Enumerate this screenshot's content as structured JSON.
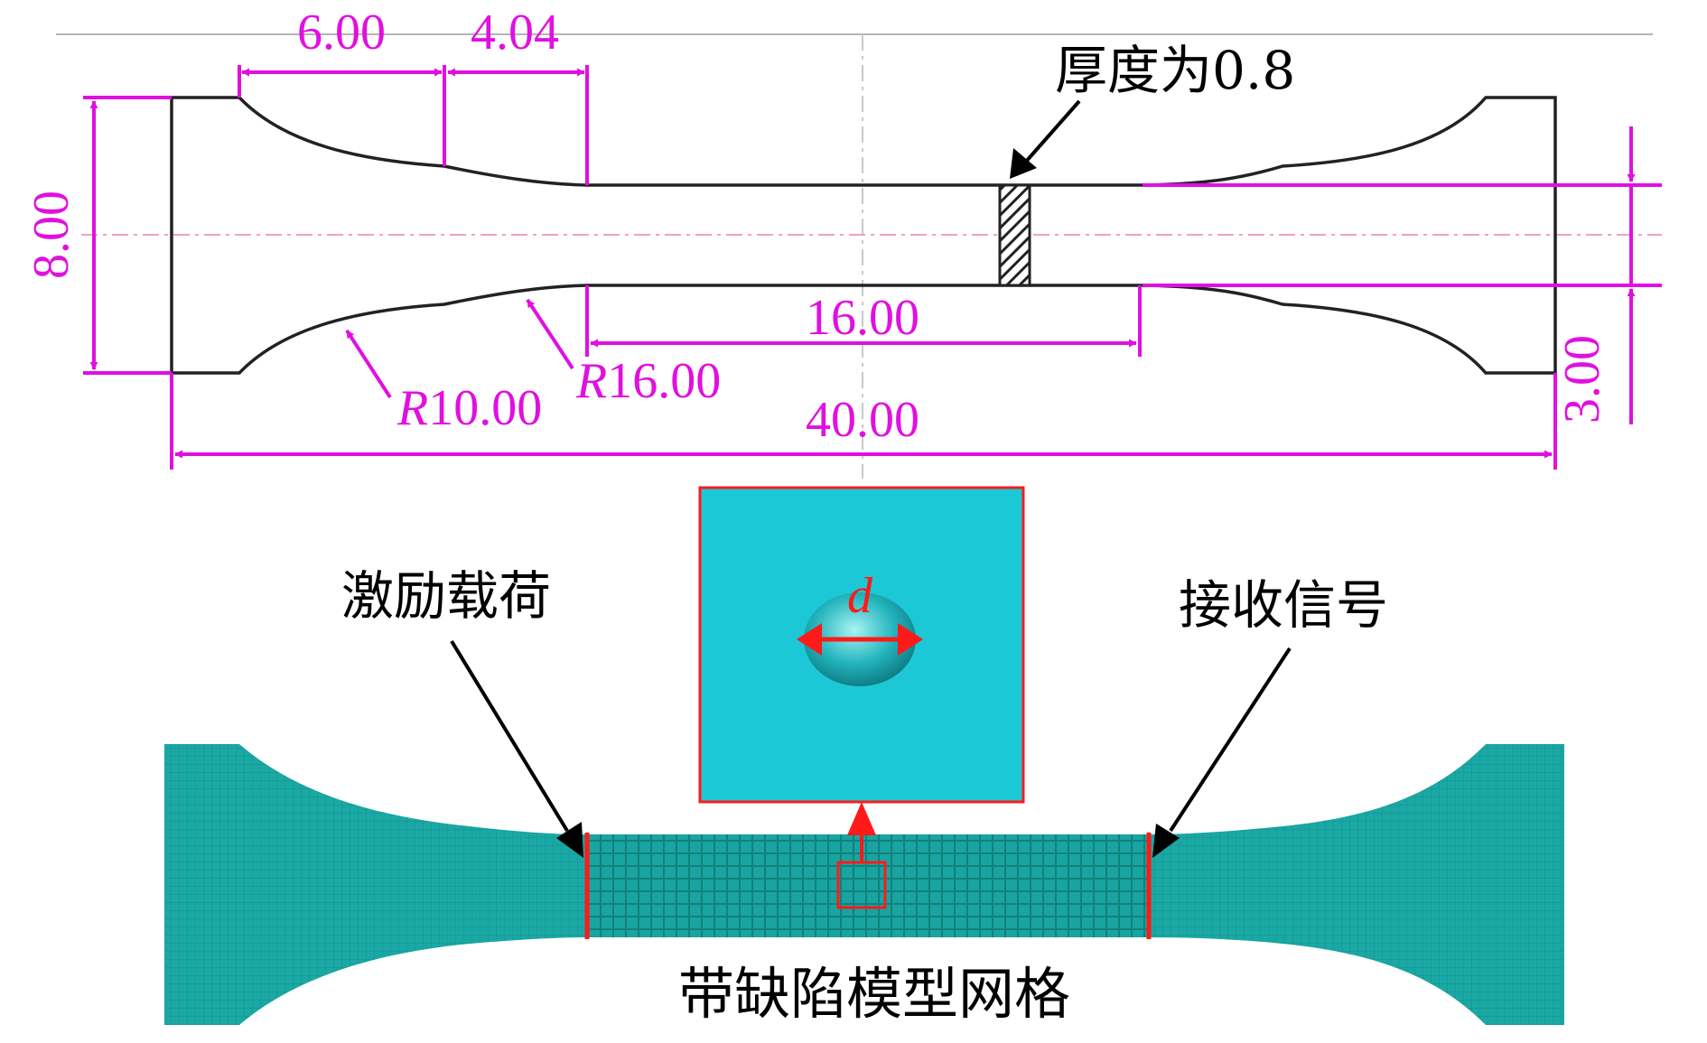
{
  "drawing": {
    "dimensions": {
      "seg_a": "6.00",
      "seg_b": "4.04",
      "height": "8.00",
      "gauge_length": "16.00",
      "total_length": "40.00",
      "gauge_width": "3.00",
      "radius_small": "10.00",
      "radius_large": "16.00",
      "radius_prefix": "R"
    },
    "thickness_note": "厚度为0.8"
  },
  "model": {
    "excitation_label": "激励载荷",
    "receive_label": "接收信号",
    "defect_label": "d",
    "caption": "带缺陷模型网格"
  },
  "colors": {
    "dimension": "#e010e0",
    "mesh": "#1aa8a4",
    "inset": "#1cc8d6",
    "marker": "#ff1a1a"
  }
}
